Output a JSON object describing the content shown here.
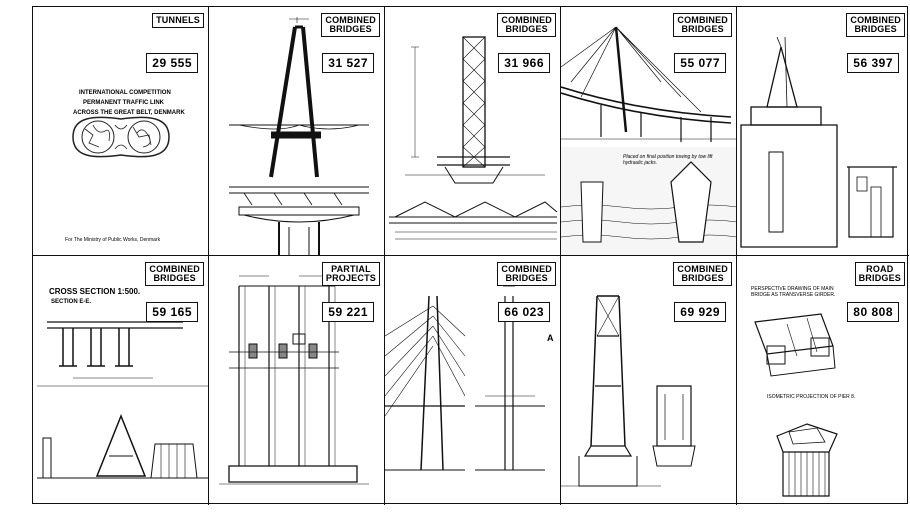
{
  "cards": [
    {
      "category": "TUNNELS",
      "number": "29 555"
    },
    {
      "category": "COMBINED\nBRIDGES",
      "number": "31 527"
    },
    {
      "category": "COMBINED\nBRIDGES",
      "number": "31 966"
    },
    {
      "category": "COMBINED\nBRIDGES",
      "number": "55 077"
    },
    {
      "category": "COMBINED\nBRIDGES",
      "number": "56 397"
    },
    {
      "category": "COMBINED\nBRIDGES",
      "number": "59 165"
    },
    {
      "category": "PARTIAL\nPROJECTS",
      "number": "59 221"
    },
    {
      "category": "COMBINED\nBRIDGES",
      "number": "66 023"
    },
    {
      "category": "COMBINED\nBRIDGES",
      "number": "69 929"
    },
    {
      "category": "ROAD\nBRIDGES",
      "number": "80 808"
    }
  ],
  "card1": {
    "line1": "INTERNATIONAL COMPETITION",
    "line2": "PERMANENT TRAFFIC LINK",
    "line3": "ACROSS THE GREAT BELT, DENMARK",
    "footer": "For The Ministry of Public Works, Denmark"
  },
  "card4": {
    "caption": "Placed on final position towing by tow lift hydraulic jacks."
  },
  "card6": {
    "title": "CROSS SECTION  1:500.",
    "subtitle": "SECTION E-E."
  },
  "card8": {
    "letter": "A"
  },
  "card10": {
    "caption1": "Perspective drawing of main bridge as transverse girder.",
    "caption2": "Isometric projection of pier 8."
  }
}
